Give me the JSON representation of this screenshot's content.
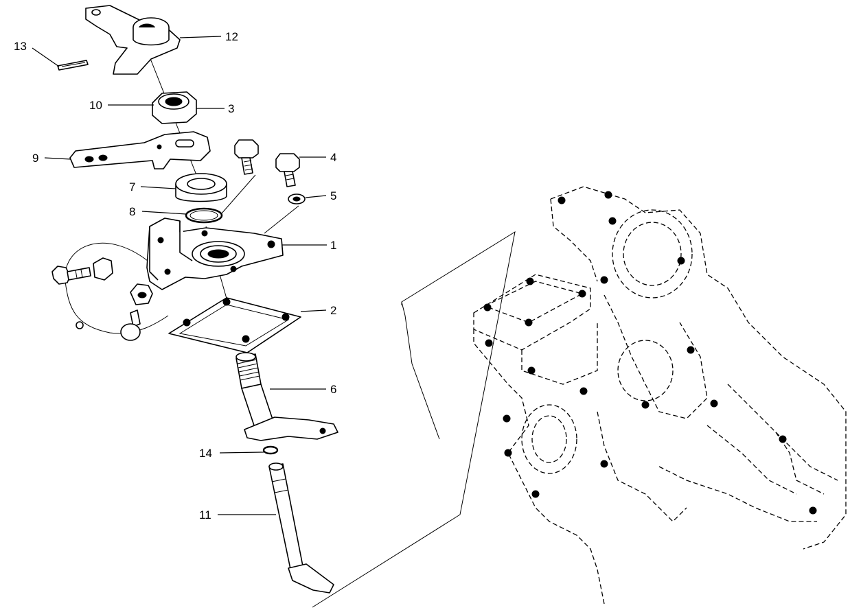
{
  "callouts": [
    {
      "id": "c13",
      "label": "13"
    },
    {
      "id": "c12",
      "label": "12"
    },
    {
      "id": "c10",
      "label": "10"
    },
    {
      "id": "c3",
      "label": "3"
    },
    {
      "id": "c9",
      "label": "9"
    },
    {
      "id": "c4",
      "label": "4"
    },
    {
      "id": "c7",
      "label": "7"
    },
    {
      "id": "c5",
      "label": "5"
    },
    {
      "id": "c8",
      "label": "8"
    },
    {
      "id": "c1",
      "label": "1"
    },
    {
      "id": "c2",
      "label": "2"
    },
    {
      "id": "c6",
      "label": "6"
    },
    {
      "id": "c14",
      "label": "14"
    },
    {
      "id": "c11",
      "label": "11"
    }
  ],
  "colors": {
    "ink": "#000000",
    "paper": "#ffffff"
  }
}
